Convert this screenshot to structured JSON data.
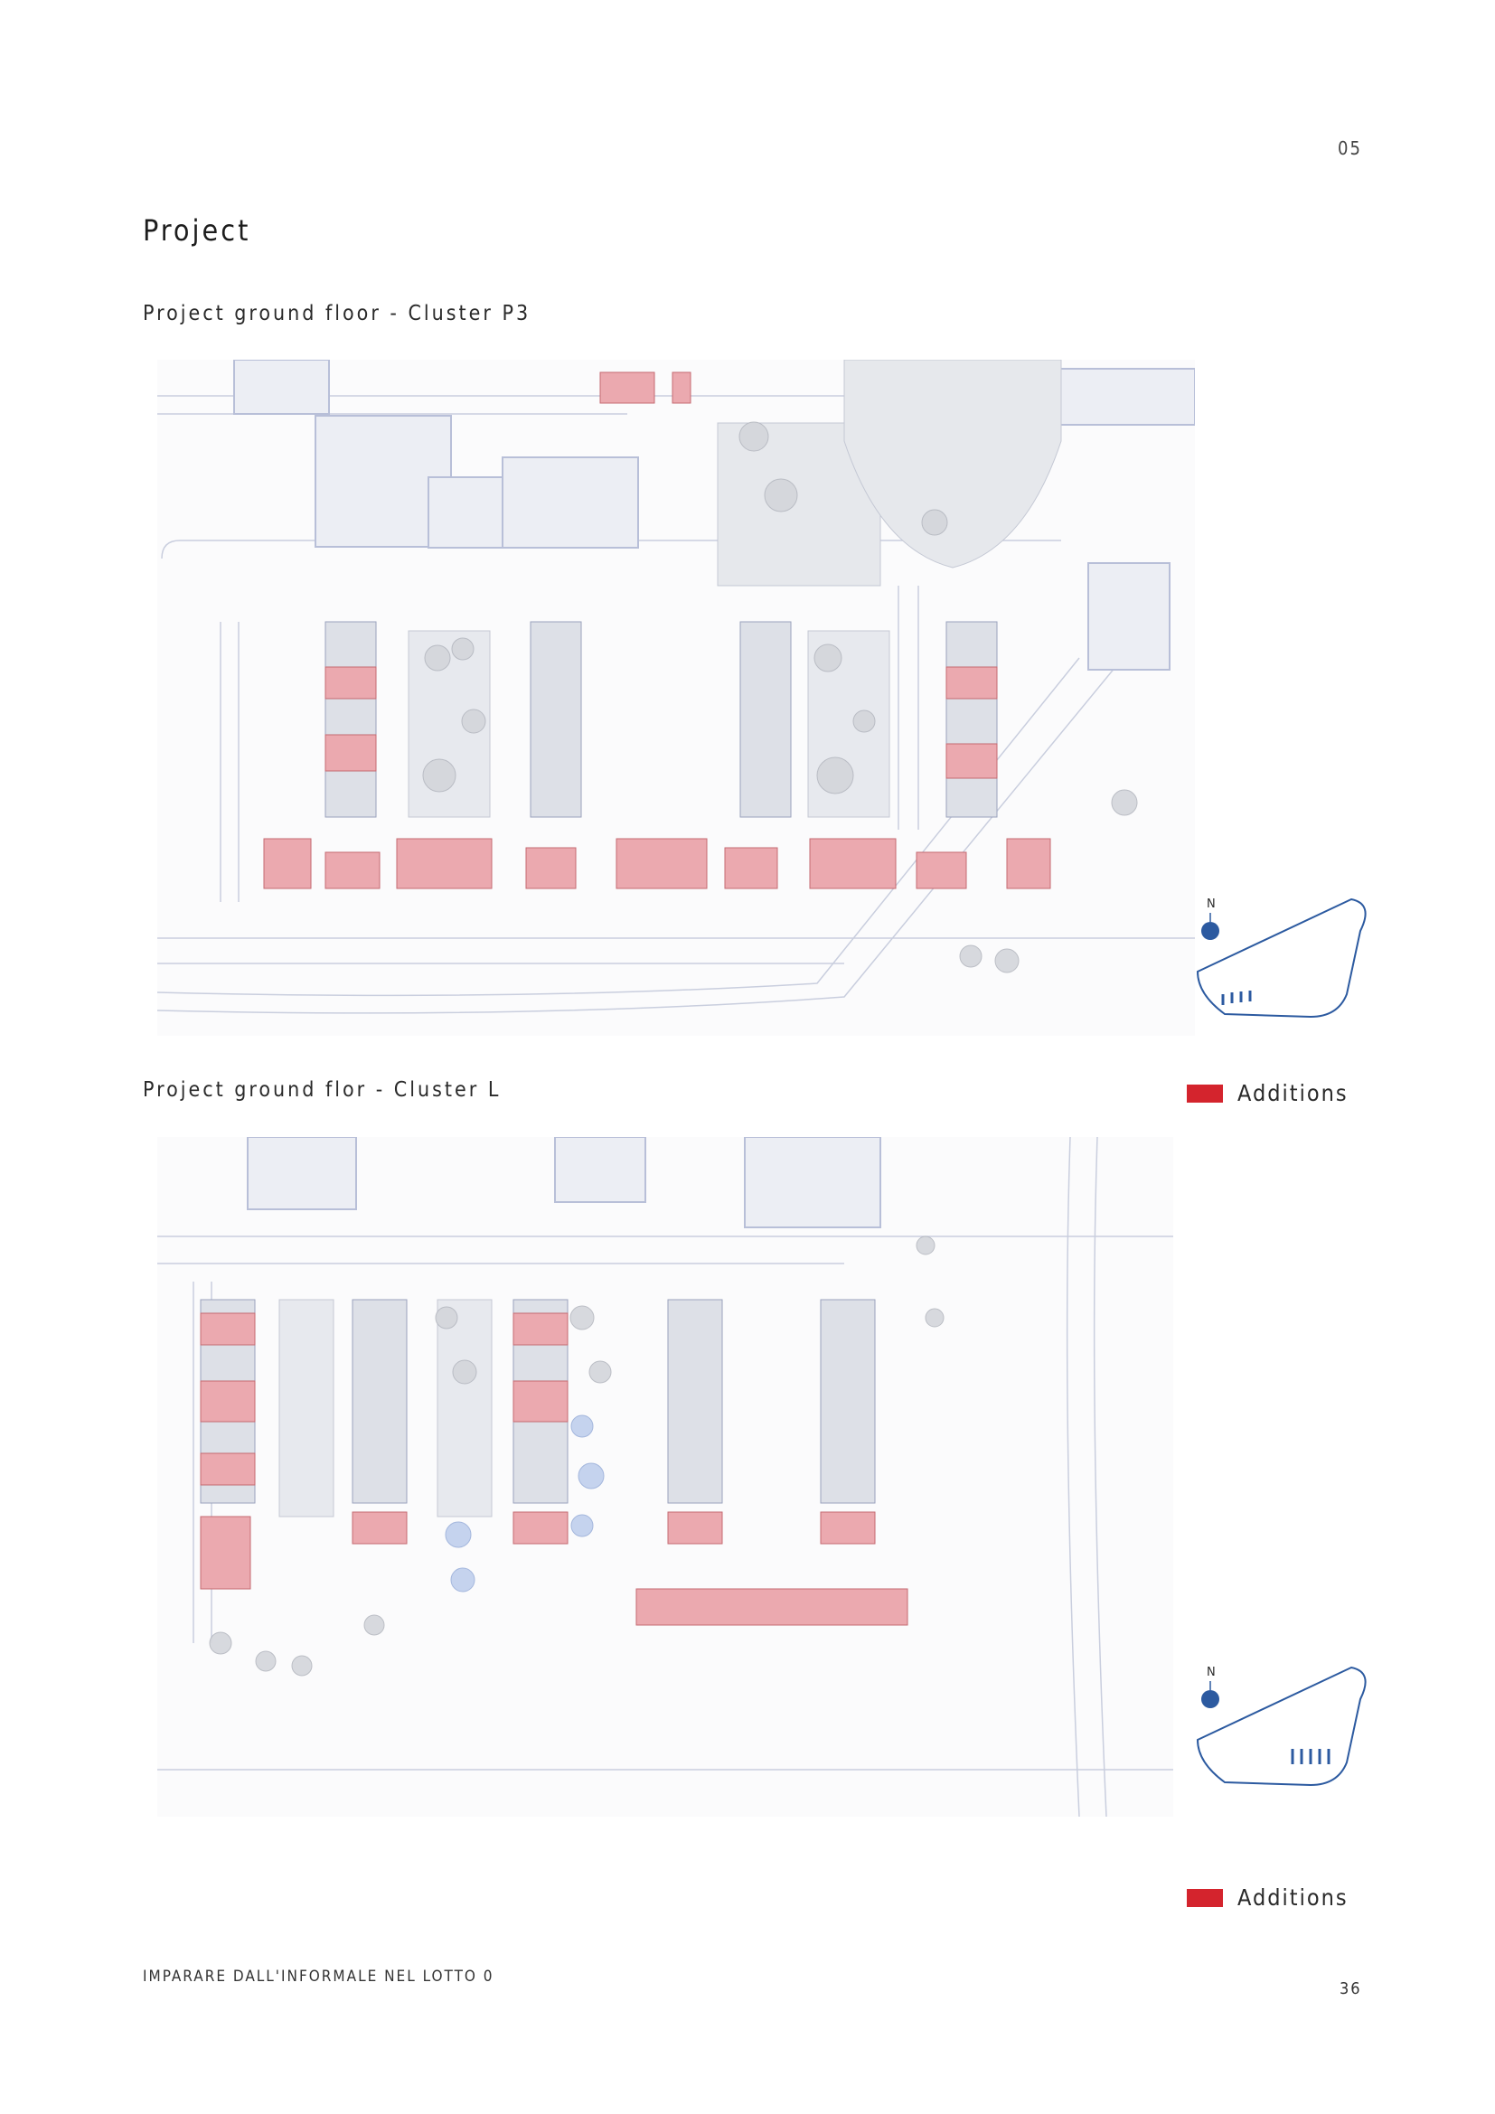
{
  "chapter_number": "05",
  "section_title": "Project",
  "plans": [
    {
      "caption": "Project ground floor - Cluster P3",
      "legend_label": "Additions",
      "north_label": "N"
    },
    {
      "caption": "Project ground flor - Cluster L",
      "legend_label": "Additions",
      "north_label": "N"
    }
  ],
  "colors": {
    "additions": "#d4242d",
    "addition_fill": "#eba9af",
    "plan_line": "#b8bfd8",
    "accent_blue": "#2c5aa0"
  },
  "footer": {
    "title": "IMPARARE DALL'INFORMALE NEL LOTTO 0",
    "page_number": "36"
  }
}
